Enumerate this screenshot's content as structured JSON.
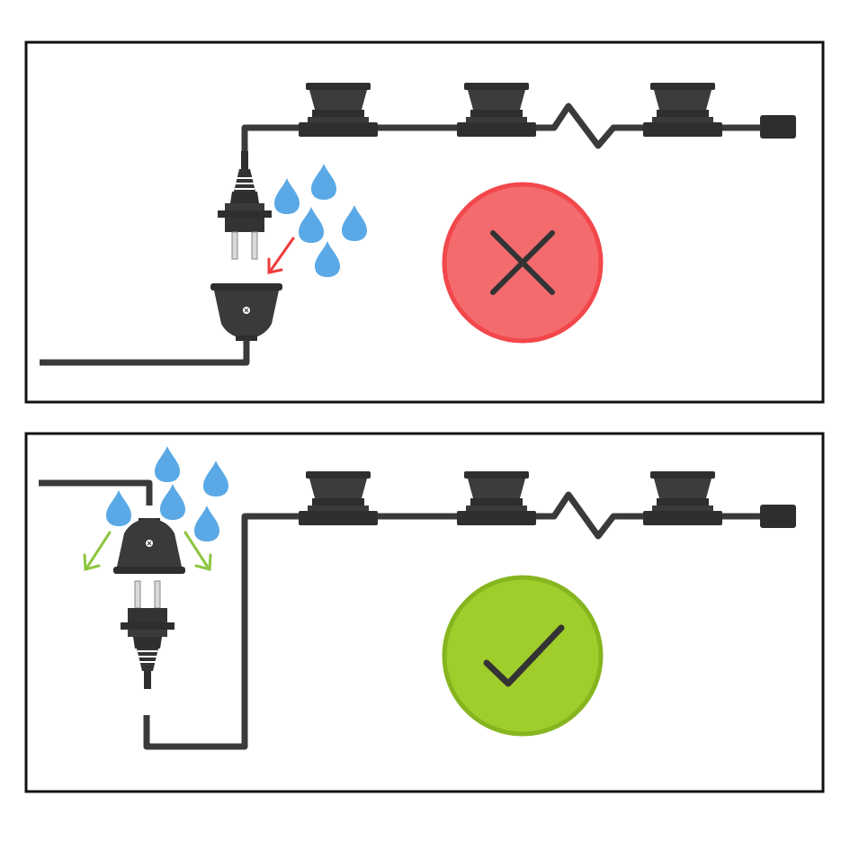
{
  "panels": [
    {
      "id": "wrong",
      "status": "incorrect",
      "status_icon": "cross-icon",
      "connector_orientation": "socket-below-plug",
      "water_flow": "into-socket",
      "arrow_icon": "arrow-into-socket-icon"
    },
    {
      "id": "correct",
      "status": "correct",
      "status_icon": "check-icon",
      "connector_orientation": "socket-above-plug",
      "water_flow": "away-from-connection",
      "arrow_icon": "arrows-away-icon"
    }
  ],
  "colors": {
    "cable": "#3a3a3a",
    "connector": "#333333",
    "water": "#5aa9e6",
    "wrong": "#f46b6e",
    "wrong_border": "#f2474b",
    "wrong_arrow": "#ef3b3b",
    "correct": "#9fcd2b",
    "correct_border": "#86b51f",
    "correct_arrow": "#8cc63f"
  }
}
